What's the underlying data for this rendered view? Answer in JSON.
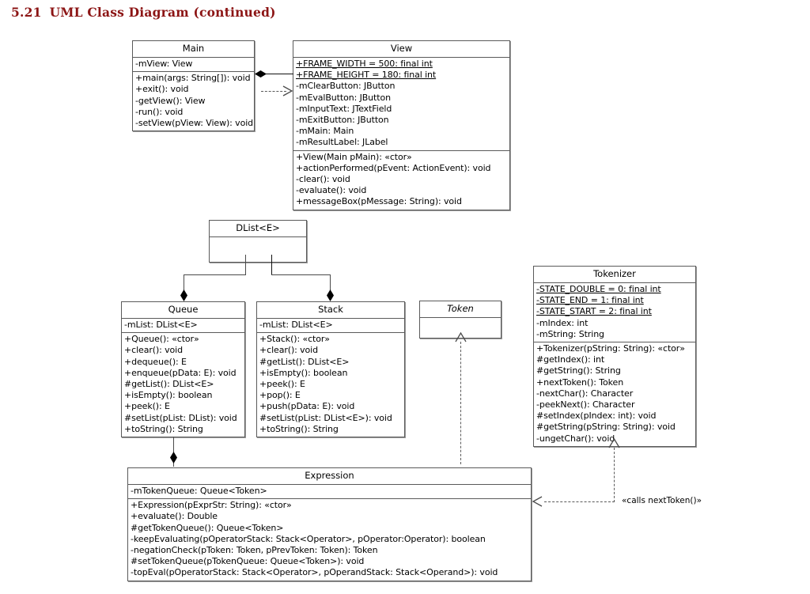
{
  "page": {
    "section_number": "5.21",
    "title": "UML Class Diagram (continued)",
    "title_color": "#8c1515"
  },
  "classes": {
    "main": {
      "name": "Main",
      "attributes": [
        "-mView: View"
      ],
      "methods": [
        "+main(args: String[]): void",
        "+exit(): void",
        "-getView(): View",
        "-run(): void",
        "-setView(pView: View): void"
      ]
    },
    "view": {
      "name": "View",
      "attributes": [
        "+FRAME_WIDTH = 500: final int",
        "+FRAME_HEIGHT = 180: final int",
        "-mClearButton: JButton",
        "-mEvalButton: JButton",
        "-mInputText: JTextField",
        "-mExitButton: JButton",
        "-mMain: Main",
        "-mResultLabel: JLabel"
      ],
      "static_attributes": [
        0,
        1
      ],
      "methods": [
        "+View(Main pMain): «ctor»",
        "+actionPerformed(pEvent: ActionEvent): void",
        "-clear(): void",
        "-evaluate(): void",
        "+messageBox(pMessage: String): void"
      ]
    },
    "dlist": {
      "name": "DList<E>",
      "attributes": [],
      "methods": []
    },
    "queue": {
      "name": "Queue",
      "attributes": [
        "-mList: DList<E>"
      ],
      "methods": [
        "+Queue(): «ctor»",
        "+clear(): void",
        "+dequeue(): E",
        "+enqueue(pData: E): void",
        "#getList(): DList<E>",
        "+isEmpty(): boolean",
        "+peek(): E",
        "#setList(pList: DList): void",
        "+toString(): String"
      ]
    },
    "stack": {
      "name": "Stack",
      "attributes": [
        "-mList: DList<E>"
      ],
      "methods": [
        "+Stack(): «ctor»",
        "+clear(): void",
        "#getList(): DList<E>",
        "+isEmpty(): boolean",
        "+peek(): E",
        "+pop(): E",
        "+push(pData: E): void",
        "#setList(pList: DList<E>): void",
        "+toString(): String"
      ]
    },
    "token": {
      "name": "Token",
      "abstract": true,
      "attributes": [],
      "methods": []
    },
    "tokenizer": {
      "name": "Tokenizer",
      "attributes": [
        "-STATE_DOUBLE = 0: final int",
        "-STATE_END = 1: final int",
        "-STATE_START = 2: final int",
        "-mIndex: int",
        "-mString: String"
      ],
      "static_attributes": [
        0,
        1,
        2
      ],
      "methods": [
        "+Tokenizer(pString: String): «ctor»",
        "#getIndex(): int",
        "#getString(): String",
        "+nextToken(): Token",
        "-nextChar(): Character",
        "-peekNext(): Character",
        "#setIndex(pIndex: int): void",
        "#getString(pString: String): void",
        "-ungetChar(): void"
      ]
    },
    "expression": {
      "name": "Expression",
      "attributes": [
        "-mTokenQueue: Queue<Token>"
      ],
      "methods": [
        "+Expression(pExprStr: String): «ctor»",
        "+evaluate(): Double",
        "#getTokenQueue(): Queue<Token>",
        "-keepEvaluating(pOperatorStack: Stack<Operator>, pOperator:Operator): boolean",
        "-negationCheck(pToken: Token, pPrevToken: Token): Token",
        "#setTokenQueue(pTokenQueue: Queue<Token>): void",
        "-topEval(pOperatorStack: Stack<Operator>, pOperandStack: Stack<Operand>): void"
      ]
    }
  },
  "relationships": {
    "tokenizer_call_label": "«calls nextToken()»"
  }
}
